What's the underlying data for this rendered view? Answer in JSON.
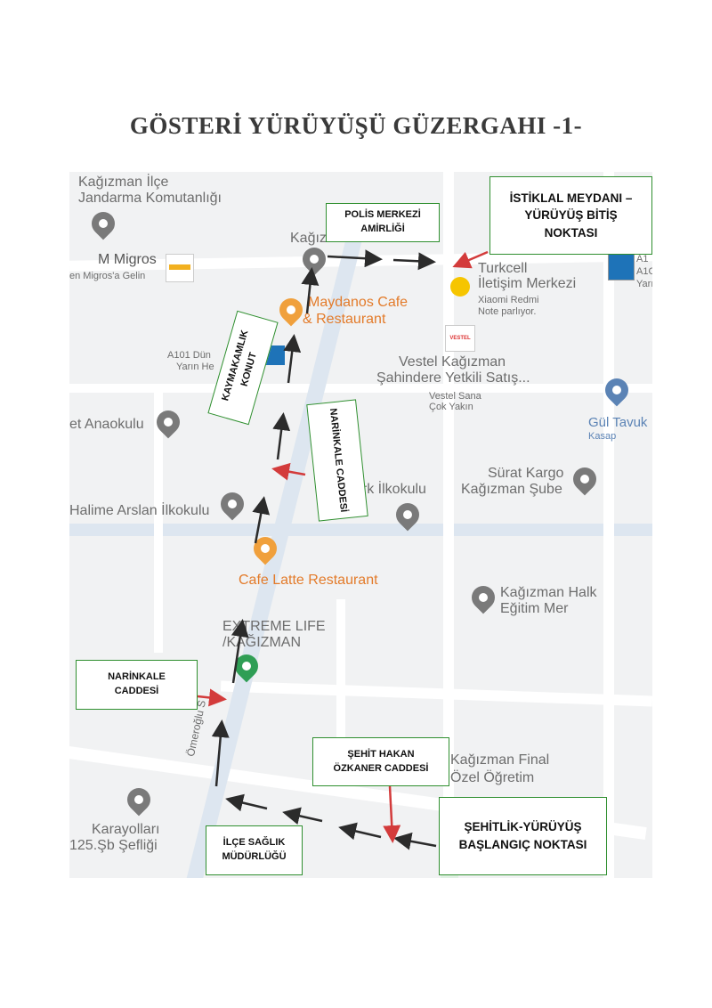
{
  "title": "GÖSTERİ YÜRÜYÜŞÜ GÜZERGAHI -1-",
  "boxes": {
    "istiklal": "İSTİKLAL MEYDANI – YÜRÜYÜŞ BİTİŞ NOKTASI",
    "polis": "POLİS MERKEZİ AMİRLİĞİ",
    "kaymakamlik": "KAYMAKAMLIK KONUT",
    "narinkale_rot": "NARİNKALE CADDESİ",
    "narinkale": "NARİNKALE CADDESİ",
    "hakan": "ŞEHİT HAKAN ÖZKANER CADDESİ",
    "sehitlik": "ŞEHİTLİK-YÜRÜYÜŞ BAŞLANGIÇ NOKTASI",
    "saglik": "İLÇE SAĞLIK MÜDÜRLÜĞÜ"
  },
  "poi": {
    "jandarma1": "Kağızman İlçe",
    "jandarma2": "Jandarma Komutanlığı",
    "kagiz": "Kağız",
    "migros": "M Migros",
    "migros_sub": "en Migros'a Gelin",
    "maydanos1": "Maydanos Cafe",
    "maydanos2": "& Restaurant",
    "turkcell1": "Turkcell",
    "turkcell2": "İletişim Merkezi",
    "xiaomi1": "Xiaomi Redmi",
    "xiaomi2": "Note parlıyor.",
    "a101_r1": "A1",
    "a101_r2": "A1C",
    "a101_r3": "Yarı",
    "a101_l1": "A101 Dün",
    "a101_l2": "Yarın He",
    "vestel1": "Vestel Kağızman",
    "vestel2": "Şahindere Yetkili Satış...",
    "vestel3": "Vestel Sana",
    "vestel4": "Çok Yakın",
    "vestel_logo": "VESTEL",
    "gultavuk": "Gül Tavuk",
    "kasap": "Kasap",
    "anaokulu": "et Anaokulu",
    "surat1": "Sürat Kargo",
    "surat2": "Kağızman Şube",
    "ilkokul": "ürk İlkokulu",
    "halime": "Halime Arslan İlkokulu",
    "cafelatte": "Cafe Latte Restaurant",
    "halk1": "Kağızman Halk",
    "halk2": "Eğitim Mer",
    "extreme1": "EXTREME LIFE",
    "extreme2": "/KAĞIZMAN",
    "final1": "Kağızman Final",
    "final2": "Özel Öğretim",
    "karayollari1": "Karayolları",
    "karayollari2": "125.Şb Şefliği",
    "street": "Ömeroğlu S"
  },
  "colors": {
    "road": "#ffffff",
    "map_bg": "#f1f2f3",
    "pin_gray": "#7a7a7a",
    "pin_orange": "#f0a03c",
    "pin_green": "#2f9e55",
    "pin_blue": "#5b83b5",
    "arrow_black": "#2b2b2b",
    "arrow_red": "#d33b3b",
    "box_border": "#2f8f2f"
  },
  "icons": [
    "police-icon",
    "restaurant-icon",
    "shopping-icon",
    "school-icon",
    "cafe-icon",
    "location-pin-icon",
    "cargo-icon",
    "government-icon",
    "turkcell-logo-icon",
    "a101-store-icon",
    "migros-logo-icon",
    "vestel-logo-icon"
  ]
}
